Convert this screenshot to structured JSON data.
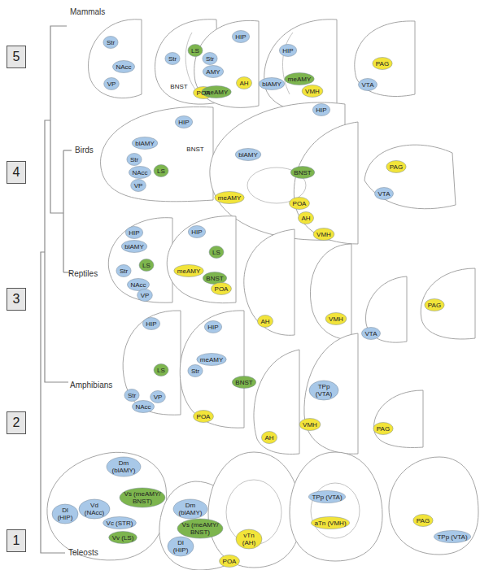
{
  "diagram": {
    "nodes": [
      {
        "text": [
          "5"
        ]
      },
      {
        "text": [
          "4"
        ]
      },
      {
        "text": [
          "3"
        ]
      },
      {
        "text": [
          "2"
        ]
      },
      {
        "text": [
          "1"
        ]
      }
    ],
    "labels": [
      "Mammals",
      "Str",
      "NAcc",
      "VP",
      "Str",
      "LS",
      "BNST",
      "POA",
      "HIP",
      "Str",
      "AMY",
      "meAMY",
      "AH",
      "HIP",
      "blAMY",
      "meAMY",
      "VMH",
      "PAG",
      "VTA",
      "Birds",
      "HIP",
      "blAMY",
      "BNST",
      "Str",
      "NAcc",
      "LS",
      "VP",
      "blAMY",
      "HIP",
      "BNST",
      "meAMY",
      "POA",
      "AH",
      "VMH",
      "PAG",
      "VTA",
      "Reptiles",
      "HIP",
      "blAMY",
      "Str",
      "LS",
      "NAcc",
      "VP",
      "HIP",
      "LS",
      "meAMY",
      "BNST",
      "POA",
      "AH",
      "VMH",
      "VTA",
      "PAG",
      "Amphibians",
      "HIP",
      "LS",
      "Str",
      "NAcc",
      "VP",
      "HIP",
      "meAMY",
      "Str",
      "BNST",
      "POA",
      "AH",
      "TPp (VTA)",
      "VMH",
      "PAG",
      "Teleosts",
      "Dm (blAMY)",
      "Dl (HIP)",
      "Vd (NAcc)",
      "Vs (meAMY/ BNST)",
      "Vc (STR)",
      "Vv (LS)",
      "Dm (blAMY)",
      "Vs (meAMY/ BNST)",
      "Dl (HIP)",
      "POA",
      "vTn (AH)",
      "TPp (VTA)",
      "aTn (VMH)",
      "PAG",
      "TPp (VTA)"
    ]
  }
}
